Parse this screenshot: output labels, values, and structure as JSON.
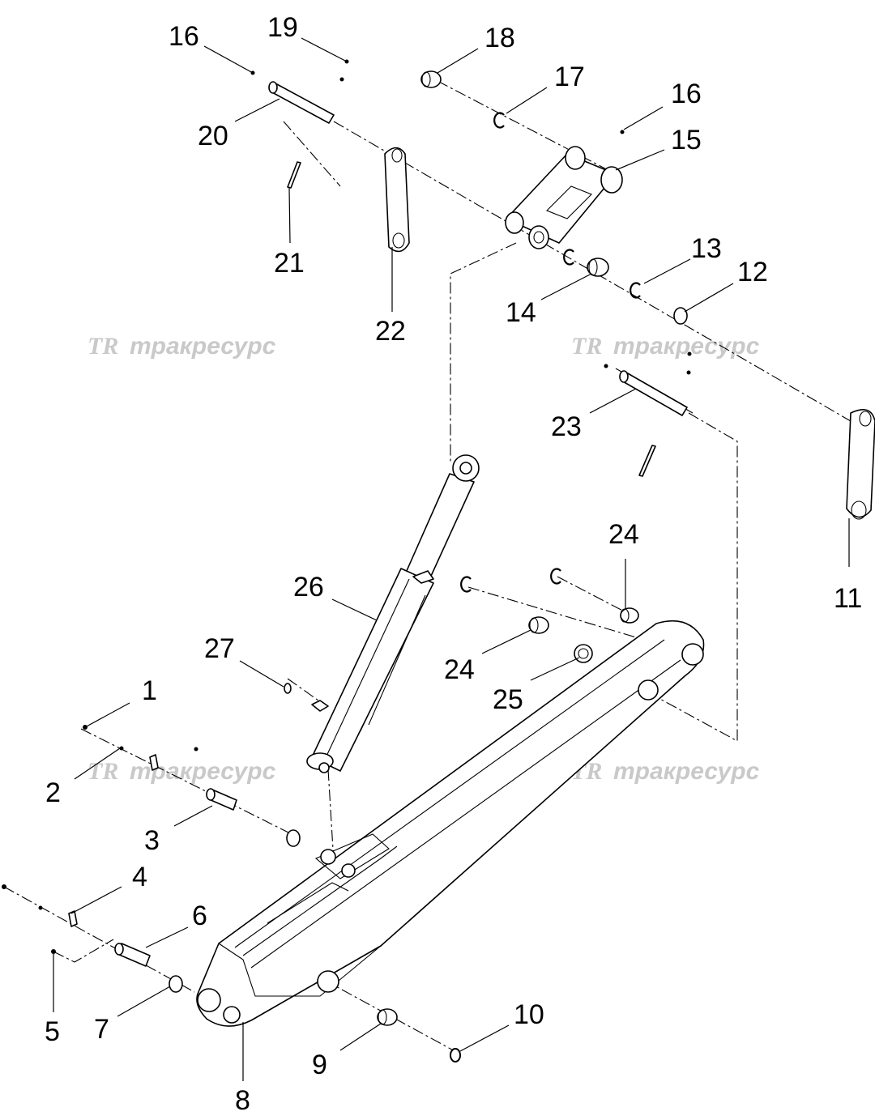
{
  "watermark": {
    "logo": "TR",
    "text": "тракресурс"
  },
  "callouts": {
    "c1": "1",
    "c2": "2",
    "c3": "3",
    "c4": "4",
    "c5": "5",
    "c6": "6",
    "c7": "7",
    "c8": "8",
    "c9": "9",
    "c10": "10",
    "c11": "11",
    "c12": "12",
    "c13": "13",
    "c14": "14",
    "c15": "15",
    "c16a": "16",
    "c16b": "16",
    "c17": "17",
    "c18": "18",
    "c19": "19",
    "c20": "20",
    "c21": "21",
    "c22": "22",
    "c23": "23",
    "c24a": "24",
    "c24b": "24",
    "c25": "25",
    "c26": "26",
    "c27": "27"
  }
}
